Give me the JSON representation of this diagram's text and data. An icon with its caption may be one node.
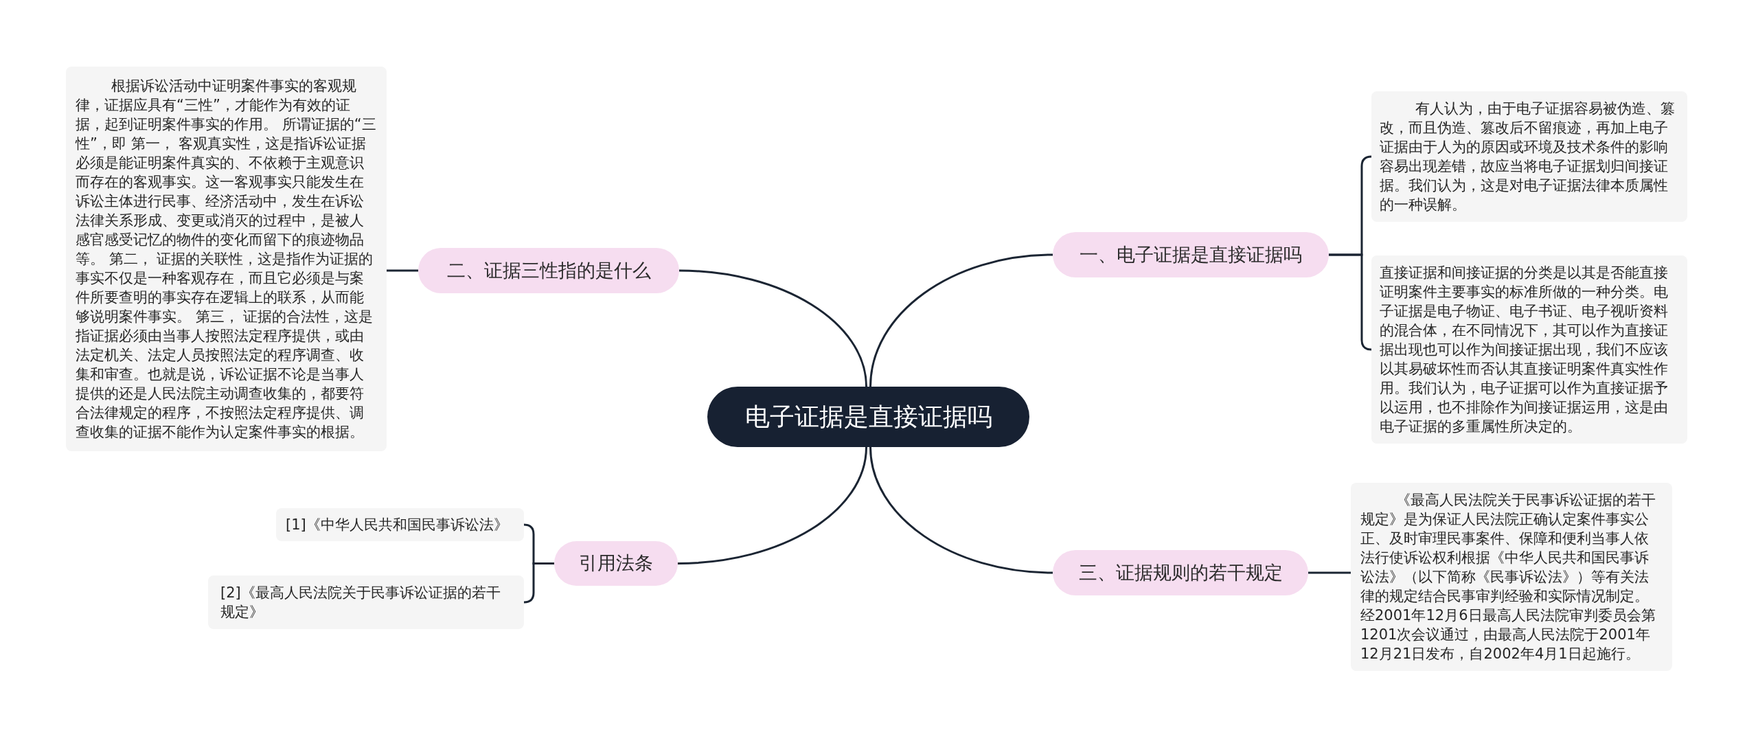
{
  "diagram": {
    "nodes": [
      {
        "text": [
          "电子证据是直接证据吗"
        ]
      },
      {
        "text": [
          "一、电子证据是直接证据吗"
        ]
      },
      {
        "text": [
          "有人认为，由于电子证据容易被伪造、篡改，而且伪造、篡改后不留痕迹，再加上电子证据由于人为的原因或环境及技术条件的影响容易出现差错，故应当将电子证据划归间接证据。我们认为，这是对电子证据法律本质属性的一种误解。"
        ]
      },
      {
        "text": [
          "直接证据和间接证据的分类是以其是否能直接证明案件主要事实的标准所做的一种分类。电子证据是电子物证、电子书证、电子视听资料的混合体，在不同情况下，其可以作为直接证据出现也可以作为间接证据出现，我们不应该以其易破坏性而否认其直接证明案件真实性作用。我们认为，电子证据可以作为直接证据予以运用，也不排除作为间接证据运用，这是由电子证据的多重属性所决定的。"
        ]
      },
      {
        "text": [
          "二、证据三性指的是什么"
        ]
      },
      {
        "text": [
          "根据诉讼活动中证明案件事实的客观规律，证据应具有“三性”，才能作为有效的证据，起到证明案件事实的作用。 所谓证据的“三性”，即 第一， 客观真实性，这是指诉讼证据必须是能证明案件真实的、不依赖于主观意识而存在的客观事实。这一客观事实只能发生在诉讼主体进行民事、经济活动中，发生在诉讼法律关系形成、变更或消灭的过程中，是被人感官感受记忆的物件的变化而留下的痕迹物品等。 第二， 证据的关联性，这是指作为证据的事实不仅是一种客观存在，而且它必须是与案件所要查明的事实存在逻辑上的联系，从而能够说明案件事实。 第三， 证据的合法性，这是指证据必须由当事人按照法定程序提供，或由法定机关、法定人员按照法定的程序调查、收集和审查。也就是说，诉讼证据不论是当事人提供的还是人民法院主动调查收集的，都要符合法律规定的程序，不按照法定程序提供、调查收集的证据不能作为认定案件事实的根据。"
        ]
      },
      {
        "text": [
          "三、证据规则的若干规定"
        ]
      },
      {
        "text": [
          "《最高人民法院关于民事诉讼证据的若干规定》是为保证人民法院正确认定案件事实公正、及时审理民事案件、保障和便利当事人依法行使诉讼权利根据《中华人民共和国民事诉讼法》（以下简称《民事诉讼法》）等有关法律的规定结合民事审判经验和实际情况制定。经2001年12月6日最高人民法院审判委员会第1201次会议通过，由最高人民法院于2001年12月21日发布，自2002年4月1日起施行。"
        ]
      },
      {
        "text": [
          "引用法条"
        ]
      },
      {
        "text": [
          "[1]《中华人民共和国民事诉讼法》"
        ]
      },
      {
        "text": [
          "[2]《最高人民法院关于民事诉讼证据的若干规定》"
        ]
      }
    ],
    "edges": [
      {
        "from": 0,
        "to": 1,
        "arrow": "none"
      },
      {
        "from": 1,
        "to": 2,
        "arrow": "none"
      },
      {
        "from": 1,
        "to": 3,
        "arrow": "none"
      },
      {
        "from": 0,
        "to": 4,
        "arrow": "none"
      },
      {
        "from": 4,
        "to": 5,
        "arrow": "none"
      },
      {
        "from": 0,
        "to": 6,
        "arrow": "none"
      },
      {
        "from": 6,
        "to": 7,
        "arrow": "none"
      },
      {
        "from": 0,
        "to": 8,
        "arrow": "none"
      },
      {
        "from": 8,
        "to": 9,
        "arrow": "none"
      },
      {
        "from": 8,
        "to": 10,
        "arrow": "none"
      }
    ]
  }
}
